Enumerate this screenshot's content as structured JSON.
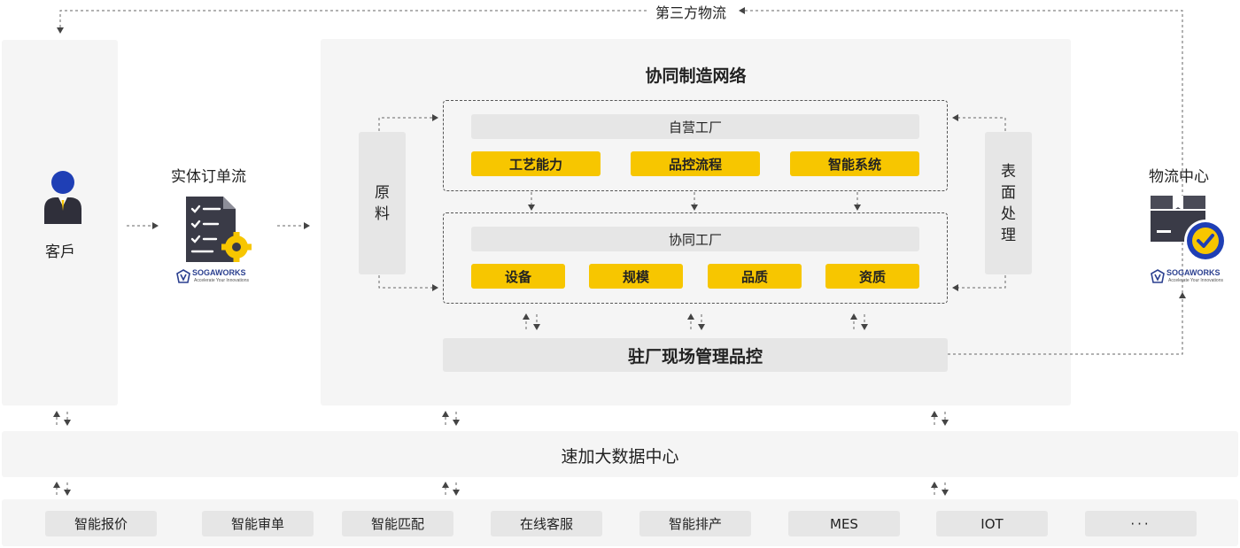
{
  "top_flow": {
    "label": "第三方物流"
  },
  "customer": {
    "label": "客戶"
  },
  "order_flow": {
    "label": "实体订单流",
    "logo_brand": "SOGAWORKS",
    "logo_slogan": "Accelerate Your Innovations"
  },
  "network": {
    "title": "协同制造网络",
    "raw_material": "原料",
    "surface_treatment": "表面处理",
    "own_factory": {
      "title": "自营工厂",
      "items": [
        "工艺能力",
        "品控流程",
        "智能系统"
      ]
    },
    "partner_factory": {
      "title": "协同工厂",
      "items": [
        "设备",
        "规模",
        "品质",
        "资质"
      ]
    },
    "onsite_qc": "驻厂现场管理品控"
  },
  "logistics_center": {
    "label": "物流中心",
    "logo_brand": "SOGAWORKS",
    "logo_slogan": "Accelerate Your Innovations"
  },
  "data_center": {
    "label": "速加大数据中心"
  },
  "bottom_items": [
    "智能报价",
    "智能审单",
    "智能匹配",
    "在线客服",
    "智能排产",
    "MES",
    "IOT",
    "···"
  ],
  "colors": {
    "accent_yellow": "#f7c600",
    "avatar_blue": "#1f3fb5",
    "panel_gray": "#f5f5f5",
    "bar_gray": "#e6e6e6"
  }
}
